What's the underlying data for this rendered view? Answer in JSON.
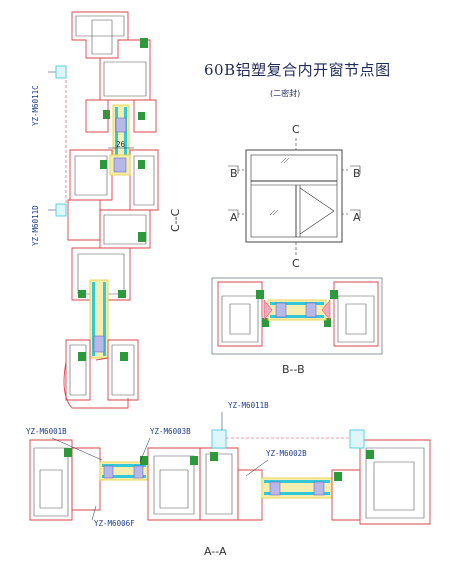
{
  "title": "60B铝塑复合内开窗节点图",
  "subtitle": "(二密封)",
  "colors": {
    "ink": "#1f2a55",
    "profile_red": "#d9434b",
    "profile_green": "#2c9a3a",
    "glass_yellow": "#e9d24a",
    "glass_cyan": "#33c8d8",
    "section_grey": "#555555"
  },
  "section_labels": {
    "cc": "C--C",
    "bb": "B--B",
    "aa": "A--A"
  },
  "elevation_markers": {
    "top": "C",
    "bottom": "C",
    "left_upper": "B",
    "right_upper": "B",
    "left_lower": "A",
    "right_lower": "A"
  },
  "part_codes": {
    "p6011c": "YZ-M6011C",
    "p6011d": "YZ-M6011D",
    "p6011b": "YZ-M6011B",
    "p6001b": "YZ-M6001B",
    "p6003b": "YZ-M6003B",
    "p6002b": "YZ-M6002B",
    "p6006f": "YZ-M6006F"
  },
  "dimension": "26"
}
